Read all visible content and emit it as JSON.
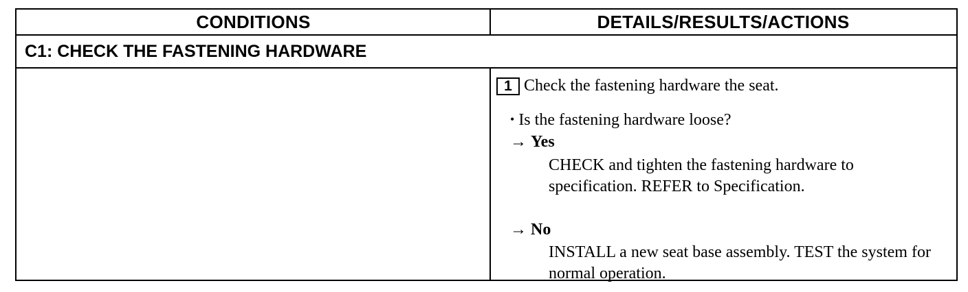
{
  "table": {
    "headers": {
      "conditions": "CONDITIONS",
      "details": "DETAILS/RESULTS/ACTIONS"
    },
    "section_title": "C1: CHECK THE FASTENING HARDWARE",
    "conditions_text": "",
    "step": {
      "number": "1",
      "instruction": "Check the fastening hardware the seat."
    },
    "question": {
      "bullet": "•",
      "text": "Is the fastening hardware loose?"
    },
    "yes": {
      "arrow": "→",
      "label": "Yes",
      "action": "CHECK and tighten the fastening hardware to specification. REFER to Specification."
    },
    "no": {
      "arrow": "→",
      "label": "No",
      "action": "INSTALL a new seat base assembly. TEST the system for normal operation."
    }
  }
}
